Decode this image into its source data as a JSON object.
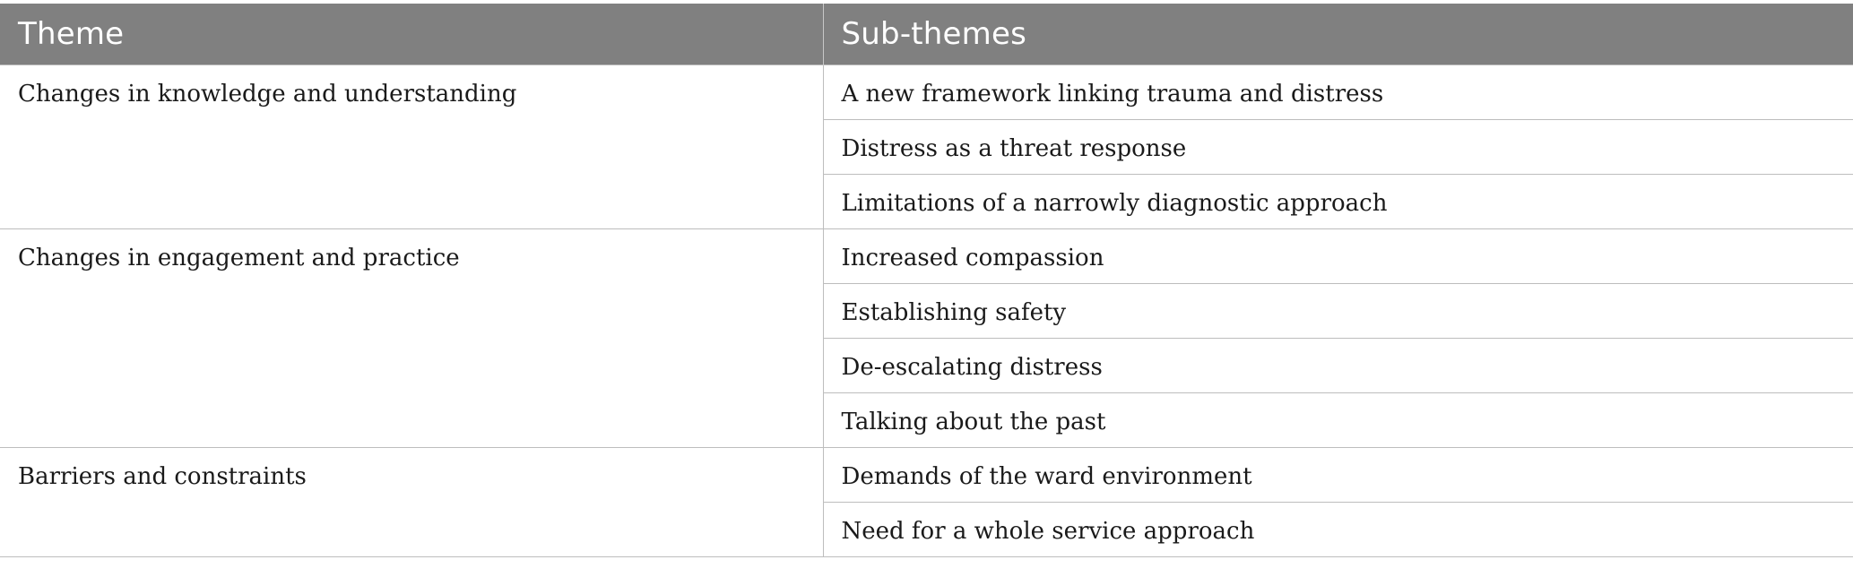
{
  "table": {
    "headers": {
      "theme": "Theme",
      "sub_themes": "Sub-themes"
    },
    "groups": [
      {
        "theme": "Changes in knowledge and understanding",
        "sub_themes": [
          "A new framework linking trauma and distress",
          "Distress as a threat response",
          "Limitations of a narrowly diagnostic approach"
        ]
      },
      {
        "theme": "Changes in engagement and practice",
        "sub_themes": [
          "Increased compassion",
          "Establishing safety",
          "De-escalating distress",
          "Talking about the past"
        ]
      },
      {
        "theme": "Barriers and constraints",
        "sub_themes": [
          "Demands of the ward environment",
          "Need for a whole service approach"
        ]
      }
    ]
  }
}
